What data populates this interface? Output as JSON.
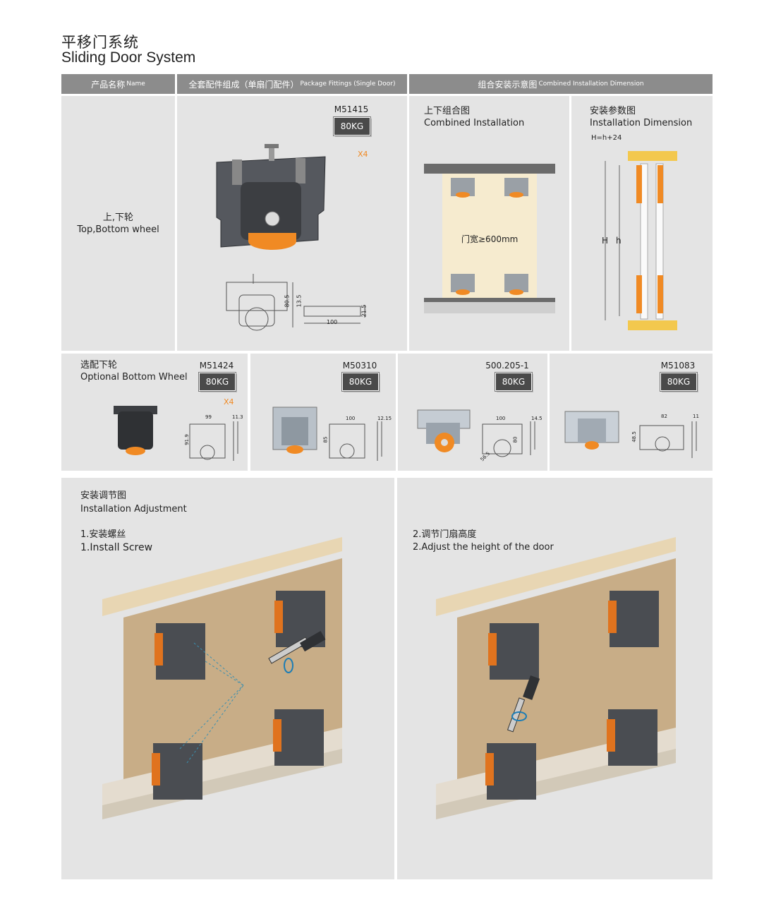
{
  "page": {
    "title_cn": "平移门系统",
    "title_en": "Sliding Door System"
  },
  "header": {
    "name_cn": "产品名称",
    "name_en": "Name",
    "fittings_cn": "全套配件组成（单扇门配件）",
    "fittings_en": "Package Fittings (Single Door)",
    "combined_cn": "组合安装示意图",
    "combined_en": "Combined Installation Dimension"
  },
  "row1": {
    "name_cn": "上,下轮",
    "name_en": "Top,Bottom wheel",
    "model": "M51415",
    "load": "80KG",
    "qty": "X4",
    "dims": {
      "height": "80.5",
      "width": "100",
      "offset": "13.5",
      "rail": "21.5"
    },
    "combined": {
      "title_cn": "上下组合图",
      "title_en": "Combined Installation",
      "door_width": "门宽≥600mm"
    },
    "dimension": {
      "title_cn": "安装参数图",
      "title_en": "Installation Dimension",
      "formula": "H=h+24",
      "h_big": "H",
      "h_small": "h"
    }
  },
  "row2": {
    "name_cn": "选配下轮",
    "name_en": "Optional  Bottom Wheel",
    "items": [
      {
        "model": "M51424",
        "load": "80KG",
        "qty": "X4",
        "d1": "99",
        "d2": "11.3",
        "d3": "91.9"
      },
      {
        "model": "M50310",
        "load": "80KG",
        "d1": "100",
        "d2": "12.15",
        "d3": "85"
      },
      {
        "model": "500.205-1",
        "load": "80KG",
        "d1": "100",
        "d2": "14.5",
        "d3": "80",
        "d4": "56.5"
      },
      {
        "model": "M51083",
        "load": "80KG",
        "d1": "82",
        "d2": "11",
        "d3": "48.5"
      }
    ]
  },
  "adjust": {
    "title_cn": "安装调节图",
    "title_en": "Installation  Adjustment",
    "step1_cn": "1.安装螺丝",
    "step1_en": "1.Install Screw",
    "step2_cn": "2.调节门扇高度",
    "step2_en": "2.Adjust the height of the door"
  },
  "colors": {
    "header_bg": "#8c8c8c",
    "panel_bg": "#e4e4e4",
    "accent_orange": "#f08a24",
    "door_wood": "#c8ad87",
    "dark_hardware": "#4a4d52"
  }
}
